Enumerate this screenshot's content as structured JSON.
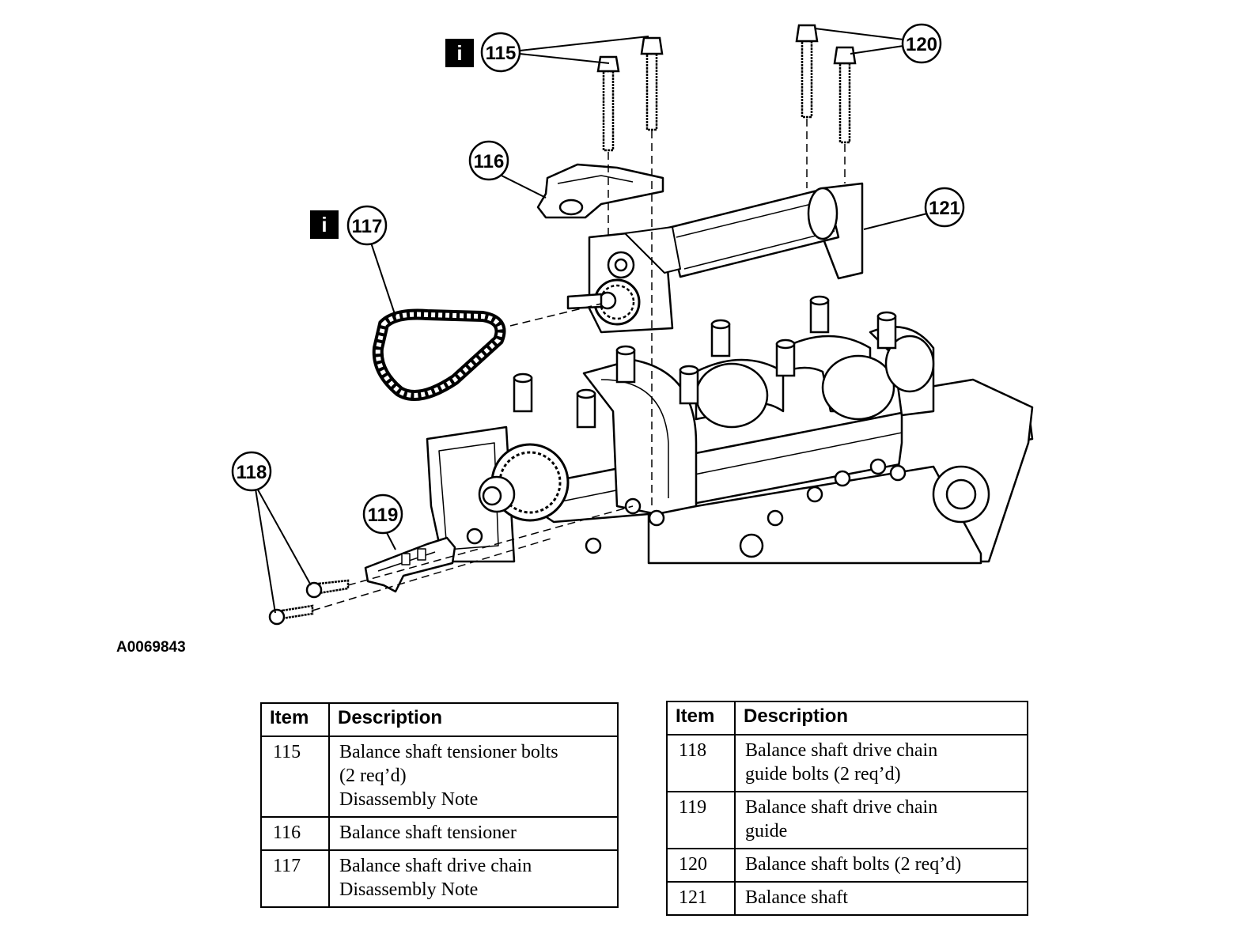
{
  "figure_id": "A0069843",
  "info_badge": "i",
  "callouts": {
    "c115": "115",
    "c116": "116",
    "c117": "117",
    "c118": "118",
    "c119": "119",
    "c120": "120",
    "c121": "121"
  },
  "legend_left": {
    "header_item": "Item",
    "header_description": "Description",
    "rows": [
      {
        "item": "115",
        "line1": "Balance shaft tensioner bolts",
        "line2": "(2 req’d)",
        "line3": "Disassembly Note"
      },
      {
        "item": "116",
        "line1": "Balance shaft tensioner"
      },
      {
        "item": "117",
        "line1": "Balance shaft drive chain",
        "line2": "Disassembly Note"
      }
    ]
  },
  "legend_right": {
    "header_item": "Item",
    "header_description": "Description",
    "rows": [
      {
        "item": "118",
        "line1": "Balance shaft drive chain",
        "line2": "guide bolts (2 req’d)"
      },
      {
        "item": "119",
        "line1": "Balance shaft drive chain",
        "line2": "guide"
      },
      {
        "item": "120",
        "line1": "Balance shaft bolts (2 req’d)"
      },
      {
        "item": "121",
        "line1": "Balance shaft"
      }
    ]
  }
}
